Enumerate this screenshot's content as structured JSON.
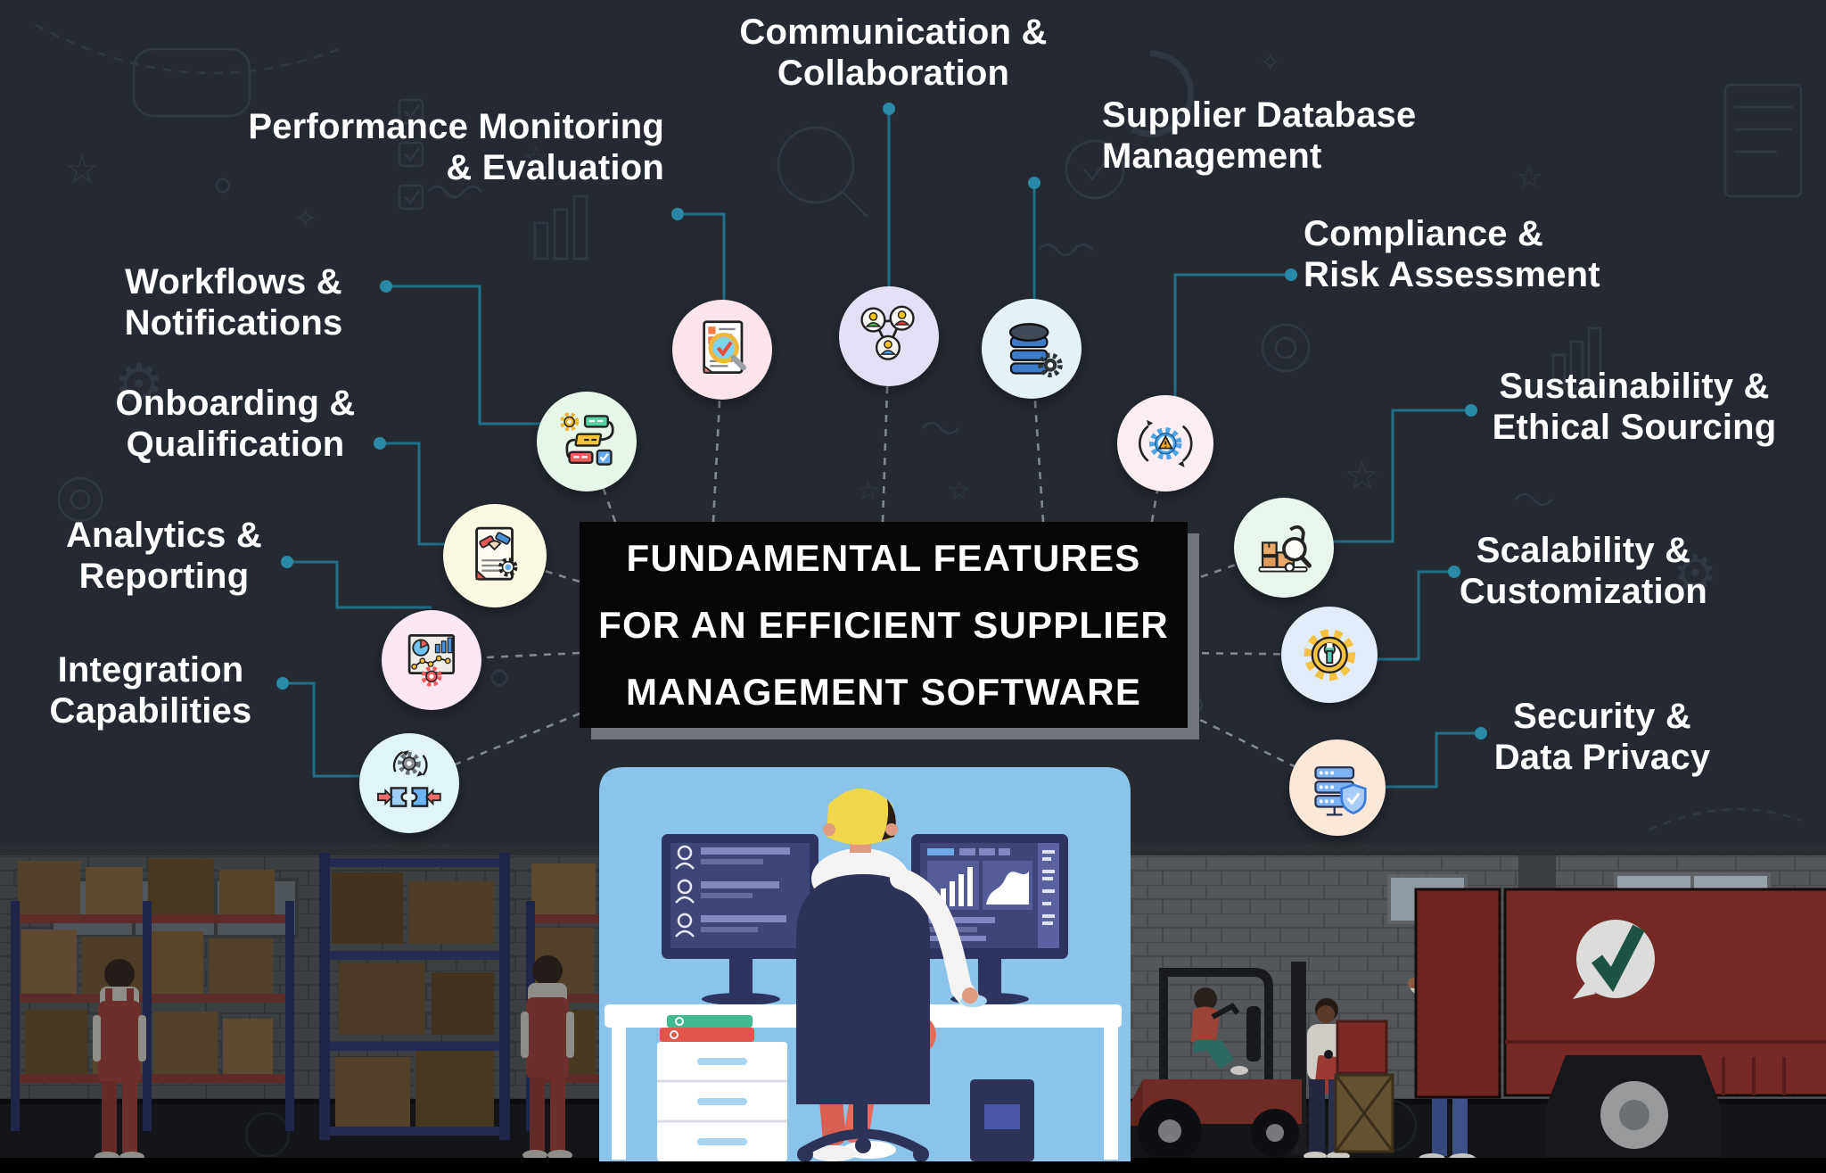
{
  "title": {
    "line1": "FUNDAMENTAL FEATURES",
    "line2": "FOR AN EFFICIENT SUPPLIER",
    "line3": "MANAGEMENT SOFTWARE"
  },
  "features": [
    {
      "id": "communication-collaboration",
      "line1": "Communication &",
      "line2": "Collaboration",
      "icon": "people-network-icon",
      "icon_bg": "#e3e0f5"
    },
    {
      "id": "performance-monitoring-evaluation",
      "line1": "Performance Monitoring",
      "line2": "& Evaluation",
      "icon": "report-magnifier-check-icon",
      "icon_bg": "#fbe4ea"
    },
    {
      "id": "supplier-database-management",
      "line1": "Supplier Database",
      "line2": "Management",
      "icon": "database-gear-icon",
      "icon_bg": "#e4f2f8"
    },
    {
      "id": "workflows-notifications",
      "line1": "Workflows &",
      "line2": "Notifications",
      "icon": "flowchart-gear-icon",
      "icon_bg": "#e6f7ea"
    },
    {
      "id": "compliance-risk-assessment",
      "line1": "Compliance &",
      "line2": "Risk Assessment",
      "icon": "gear-warning-sync-icon",
      "icon_bg": "#fceef0"
    },
    {
      "id": "onboarding-qualification",
      "line1": "Onboarding &",
      "line2": "Qualification",
      "icon": "contract-handshake-icon",
      "icon_bg": "#faf7e3"
    },
    {
      "id": "sustainability-ethical-sourcing",
      "line1": "Sustainability &",
      "line2": "Ethical Sourcing",
      "icon": "boxes-magnifier-icon",
      "icon_bg": "#e8f6ec"
    },
    {
      "id": "analytics-reporting",
      "line1": "Analytics &",
      "line2": "Reporting",
      "icon": "dashboard-charts-icon",
      "icon_bg": "#fbe7f3"
    },
    {
      "id": "scalability-customization",
      "line1": "Scalability &",
      "line2": "Customization",
      "icon": "gear-wrench-icon",
      "icon_bg": "#e2edf9"
    },
    {
      "id": "integration-capabilities",
      "line1": "Integration",
      "line2": "Capabilities",
      "icon": "puzzle-gears-icon",
      "icon_bg": "#e1f4f7"
    },
    {
      "id": "security-data-privacy",
      "line1": "Security &",
      "line2": "Data Privacy",
      "icon": "server-shield-icon",
      "icon_bg": "#fce8d9"
    }
  ],
  "colors": {
    "background": "#252a32",
    "connector": "#1f7089",
    "connector_dot": "#2a8aa5",
    "dashed_line": "#9aa0a6",
    "title_bg": "#060606",
    "title_text": "#ffffff",
    "title_shadow": "#70757b",
    "label_text": "#ffffff",
    "panel_bg": "#8cc3e9",
    "truck_red": "#742724",
    "check_green": "#1d5244"
  }
}
